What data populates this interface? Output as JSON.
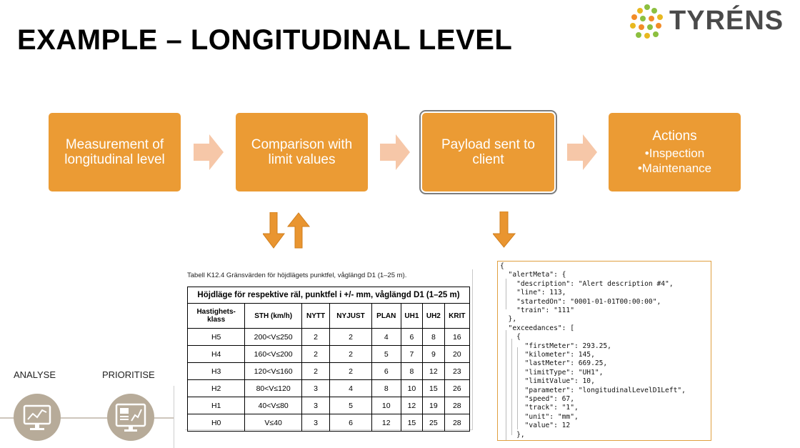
{
  "title": "EXAMPLE – LONGITUDINAL LEVEL",
  "logo": {
    "text": "TYRÉNS",
    "dot_colors": [
      "#8cbf3f",
      "#f28c28",
      "#e8b820"
    ]
  },
  "colors": {
    "box": "#eb9b34",
    "arrow": "#f6c7a8",
    "arrow_vertical": "#e99530",
    "icon_circle": "#b7ab99"
  },
  "flow": {
    "box1": {
      "line1": "Measurement of",
      "line2": "longitudinal level"
    },
    "box2": {
      "line1": "Comparison with",
      "line2": "limit values"
    },
    "box3": {
      "line1": "Payload sent to",
      "line2": "client"
    },
    "box4": {
      "title": "Actions",
      "bullet1": "•Inspection",
      "bullet2": "•Maintenance"
    }
  },
  "limit_table": {
    "caption": "Tabell K12.4 Gränsvärden för höjdlägets punktfel, våglängd D1 (1–25 m).",
    "heading": "Höjdläge för respektive räl, punktfel i +/- mm, våglängd D1 (1–25 m)",
    "columns": [
      "Hastighets-\nklass",
      "STH (km/h)",
      "NYTT",
      "NYJUST",
      "PLAN",
      "UH1",
      "UH2",
      "KRIT"
    ],
    "rows": [
      [
        "H5",
        "200<V≤250",
        "2",
        "2",
        "4",
        "6",
        "8",
        "16"
      ],
      [
        "H4",
        "160<V≤200",
        "2",
        "2",
        "5",
        "7",
        "9",
        "20"
      ],
      [
        "H3",
        "120<V≤160",
        "2",
        "2",
        "6",
        "8",
        "12",
        "23"
      ],
      [
        "H2",
        "80<V≤120",
        "3",
        "4",
        "8",
        "10",
        "15",
        "26"
      ],
      [
        "H1",
        "40<V≤80",
        "3",
        "5",
        "10",
        "12",
        "19",
        "28"
      ],
      [
        "H0",
        "V≤40",
        "3",
        "6",
        "12",
        "15",
        "25",
        "28"
      ]
    ]
  },
  "payload": {
    "lines": [
      "{",
      "  \"alertMeta\": {",
      "    \"description\": \"Alert description #4\",",
      "    \"line\": 113,",
      "    \"startedOn\": \"0001-01-01T00:00:00\",",
      "    \"train\": \"111\"",
      "  },",
      "  \"exceedances\": [",
      "    {",
      "      \"firstMeter\": 293.25,",
      "      \"kilometer\": 145,",
      "      \"lastMeter\": 669.25,",
      "      \"limitType\": \"UH1\",",
      "      \"limitValue\": 10,",
      "      \"parameter\": \"longitudinalLevelD1Left\",",
      "      \"speed\": 67,",
      "      \"track\": \"1\",",
      "      \"unit\": \"mm\",",
      "      \"value\": 12",
      "    },"
    ]
  },
  "bottom": {
    "analyse": "ANALYSE",
    "prioritise": "PRIORITISE"
  }
}
